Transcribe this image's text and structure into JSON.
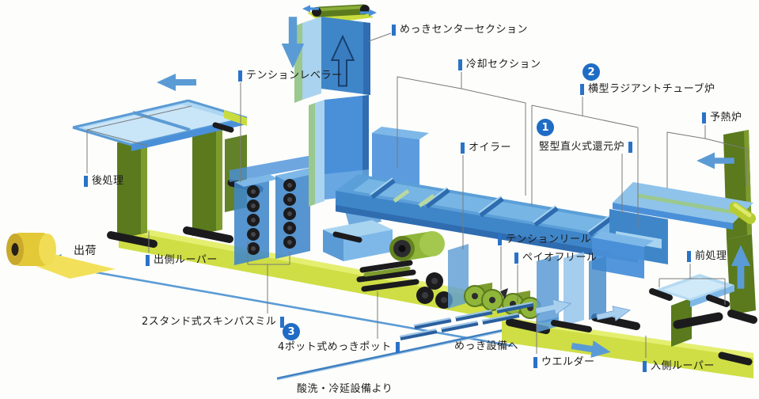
{
  "diagram": {
    "description_labels": {
      "plating_center_section": "めっきセンターセクション",
      "cooling_section": "冷却セクション",
      "horizontal_radiant_tube_furnace": "横型ラジアントチューブ炉",
      "vertical_direct_fired_reduction_furnace": "竪型直火式還元炉",
      "preheat_furnace": "予熱炉",
      "oiler": "オイラー",
      "tension_leveler": "テンションレベラー",
      "post_treatment": "後処理",
      "shipping": "出荷",
      "exit_looper": "出側ルーパー",
      "skin_pass_mill": "2スタンド式スキンパスミル",
      "plating_pot": "4ポット式めっきポット",
      "to_plating_equipment": "めっき設備へ",
      "welder": "ウエルダー",
      "entry_looper": "入側ルーパー",
      "pre_treatment": "前処理",
      "tension_reel": "テンションリール",
      "payoff_reel": "ペイオフリール",
      "from_pickling_cold_rolling": "酸洗・冷延設備より"
    },
    "badges": {
      "one": "1",
      "two": "2",
      "three": "3"
    },
    "colors": {
      "label_tick_blue": "#2a72c8",
      "badge_blue": "#1f6cc5",
      "machine_blue": "#3f86c9",
      "machine_blue_light": "#a8d4f0",
      "arrow_blue": "#5b9bd5",
      "strip_olive_green": "#5a7a1d",
      "strip_yellow_green": "#c9dc3e",
      "coil_yellow": "#e3c838",
      "roller_black": "#1b1b1d",
      "leader_line_gray": "#7a7a7a"
    }
  }
}
